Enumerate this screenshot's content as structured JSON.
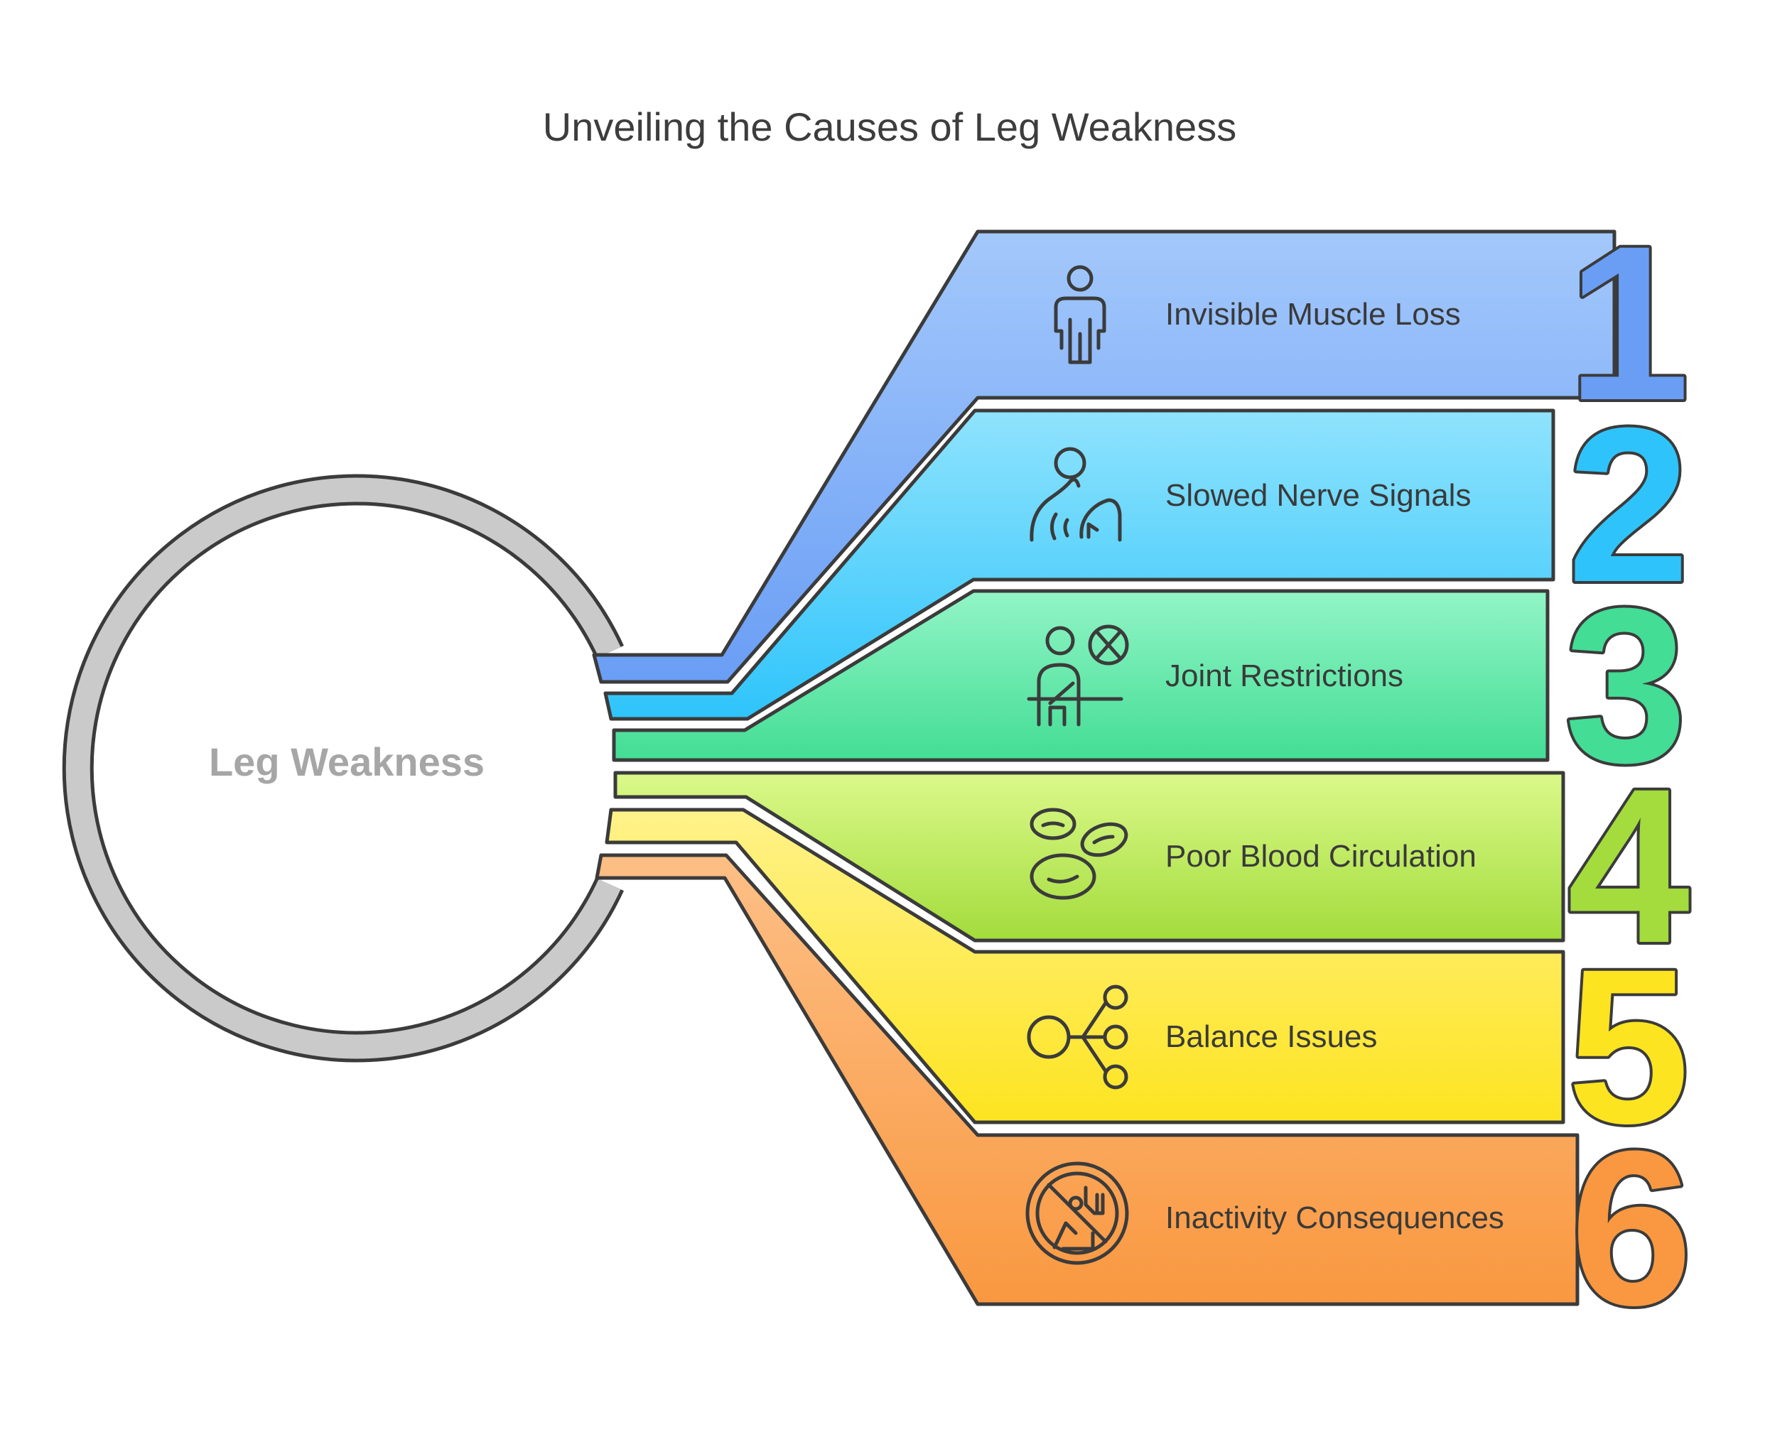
{
  "title": "Unveiling the Causes of Leg Weakness",
  "hub": {
    "label": "Leg Weakness"
  },
  "items": [
    {
      "number": "1",
      "label": "Invisible Muscle Loss",
      "icon": "person-muscle-icon",
      "color_top": "#a3c8fb",
      "color_bottom": "#6a9ef5"
    },
    {
      "number": "2",
      "label": "Slowed Nerve Signals",
      "icon": "nerve-signal-icon",
      "color_top": "#8fe3fd",
      "color_bottom": "#2ec4fb"
    },
    {
      "number": "3",
      "label": "Joint Restrictions",
      "icon": "joint-restriction-icon",
      "color_top": "#92f5c6",
      "color_bottom": "#43dd95"
    },
    {
      "number": "4",
      "label": "Poor Blood Circulation",
      "icon": "blood-cells-icon",
      "color_top": "#dbf98a",
      "color_bottom": "#a3dc3c"
    },
    {
      "number": "5",
      "label": "Balance Issues",
      "icon": "balance-nodes-icon",
      "color_top": "#fff28a",
      "color_bottom": "#fde420"
    },
    {
      "number": "6",
      "label": "Inactivity Consequences",
      "icon": "no-activity-icon",
      "color_top": "#fdbf86",
      "color_bottom": "#f99840"
    }
  ]
}
